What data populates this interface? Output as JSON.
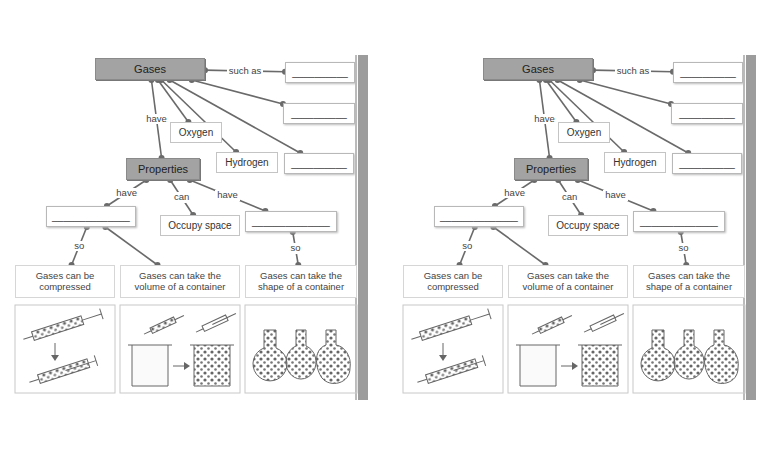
{
  "diagram": {
    "nodes": [
      {
        "text": [
          "Gases"
        ]
      },
      {
        "text": [
          "__________"
        ]
      },
      {
        "text": [
          "__________"
        ]
      },
      {
        "text": [
          "Oxygen"
        ]
      },
      {
        "text": [
          "Hydrogen"
        ]
      },
      {
        "text": [
          "__________"
        ]
      },
      {
        "text": [
          "Properties"
        ]
      },
      {
        "text": [
          "______________"
        ]
      },
      {
        "text": [
          "Occupy space"
        ]
      },
      {
        "text": [
          "______________"
        ]
      },
      {
        "text": [
          "Gases can be compressed"
        ]
      },
      {
        "text": [
          "Gases can take the volume of a container"
        ]
      },
      {
        "text": [
          "Gases can take the shape of a container"
        ]
      },
      {
        "text": [
          "Gases"
        ]
      },
      {
        "text": [
          "__________"
        ]
      },
      {
        "text": [
          "__________"
        ]
      },
      {
        "text": [
          "Oxygen"
        ]
      },
      {
        "text": [
          "Hydrogen"
        ]
      },
      {
        "text": [
          "__________"
        ]
      },
      {
        "text": [
          "Properties"
        ]
      },
      {
        "text": [
          "______________"
        ]
      },
      {
        "text": [
          "Occupy space"
        ]
      },
      {
        "text": [
          "______________"
        ]
      },
      {
        "text": [
          "Gases can be compressed"
        ]
      },
      {
        "text": [
          "Gases can take the volume of a container"
        ]
      },
      {
        "text": [
          "Gases can take the shape of a container"
        ]
      }
    ],
    "edges": [
      {
        "from": 0,
        "to": 1,
        "label": "such as",
        "arrow": "none"
      },
      {
        "from": 0,
        "to": 2,
        "arrow": "none"
      },
      {
        "from": 0,
        "to": 3,
        "arrow": "none"
      },
      {
        "from": 0,
        "to": 4,
        "arrow": "none"
      },
      {
        "from": 0,
        "to": 5,
        "arrow": "none"
      },
      {
        "from": 0,
        "to": 6,
        "label": "have",
        "arrow": "none"
      },
      {
        "from": 6,
        "to": 7,
        "label": "have",
        "arrow": "none"
      },
      {
        "from": 6,
        "to": 8,
        "label": "can",
        "arrow": "none"
      },
      {
        "from": 6,
        "to": 9,
        "label": "have",
        "arrow": "none"
      },
      {
        "from": 7,
        "to": 10,
        "label": "so",
        "arrow": "none"
      },
      {
        "from": 7,
        "to": 11,
        "arrow": "none"
      },
      {
        "from": 9,
        "to": 12,
        "label": "so",
        "arrow": "none"
      },
      {
        "from": 13,
        "to": 14,
        "label": "such as",
        "arrow": "none"
      },
      {
        "from": 13,
        "to": 15,
        "arrow": "none"
      },
      {
        "from": 13,
        "to": 16,
        "arrow": "none"
      },
      {
        "from": 13,
        "to": 17,
        "arrow": "none"
      },
      {
        "from": 13,
        "to": 18,
        "arrow": "none"
      },
      {
        "from": 13,
        "to": 19,
        "label": "have",
        "arrow": "none"
      },
      {
        "from": 19,
        "to": 20,
        "label": "have",
        "arrow": "none"
      },
      {
        "from": 19,
        "to": 21,
        "label": "can",
        "arrow": "none"
      },
      {
        "from": 19,
        "to": 22,
        "label": "have",
        "arrow": "none"
      },
      {
        "from": 20,
        "to": 23,
        "label": "so",
        "arrow": "none"
      },
      {
        "from": 20,
        "to": 24,
        "arrow": "none"
      },
      {
        "from": 22,
        "to": 25,
        "label": "so",
        "arrow": "none"
      }
    ]
  }
}
